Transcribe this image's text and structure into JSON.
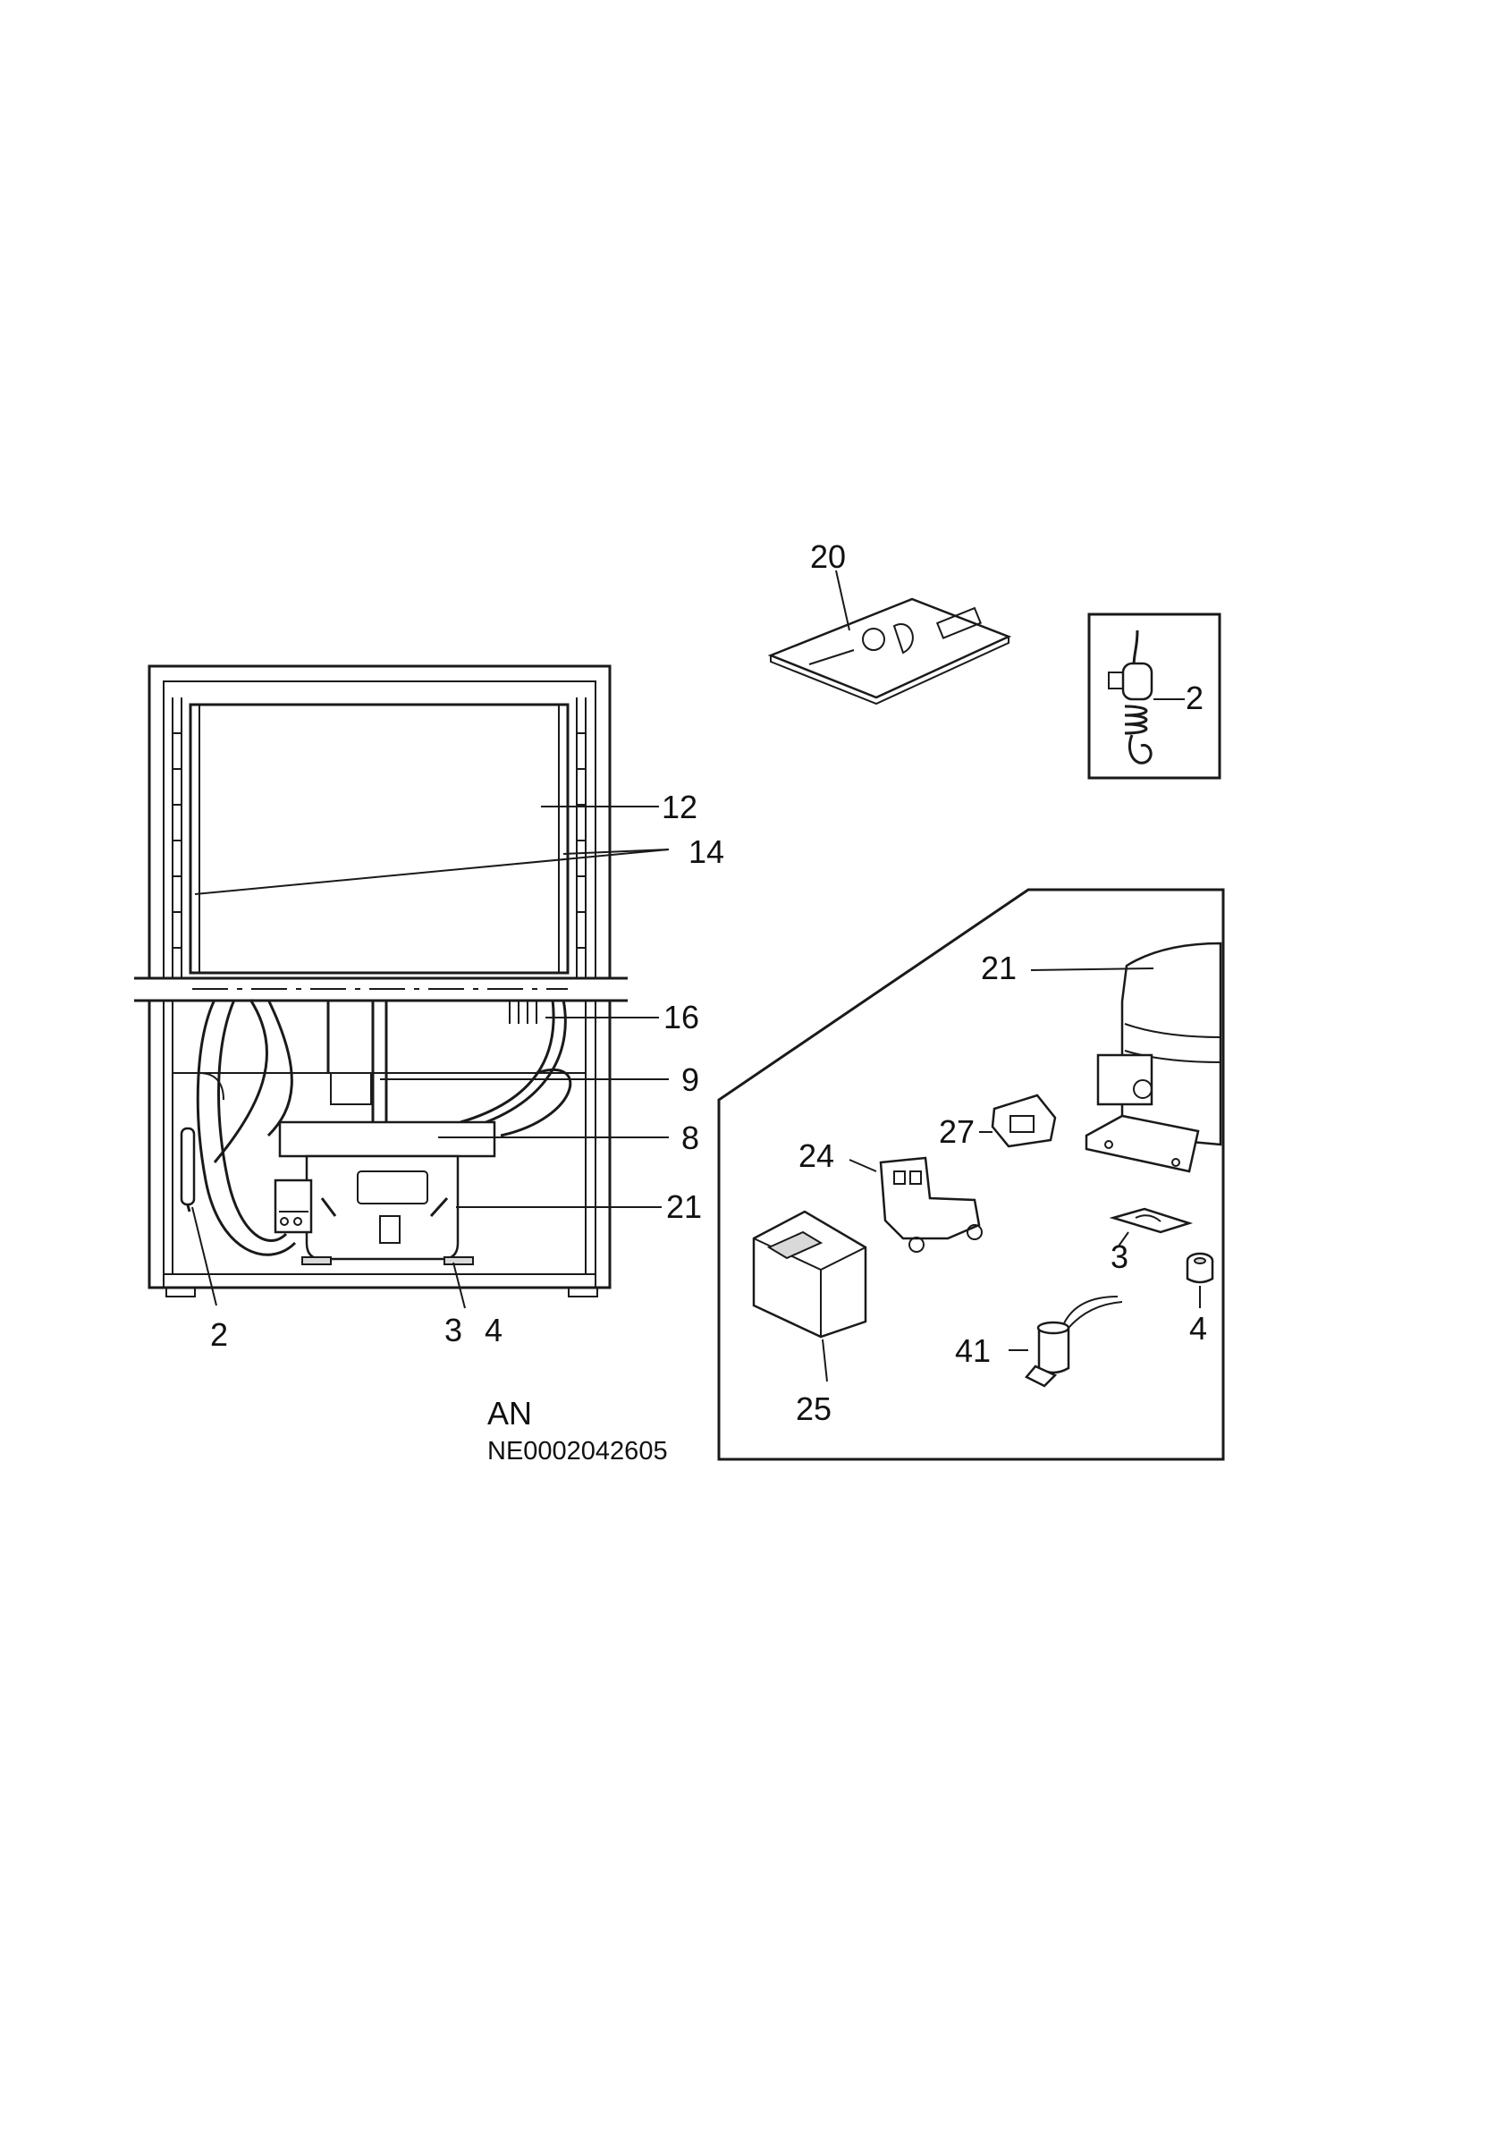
{
  "document": {
    "variant": "AN",
    "drawing_code": "NE0002042605"
  },
  "callouts": {
    "c2_left": "2",
    "c3_left": "3",
    "c4_left": "4",
    "c8": "8",
    "c9": "9",
    "c12": "12",
    "c14": "14",
    "c16": "16",
    "c21_left": "21",
    "c20": "20",
    "c2_inset": "2",
    "c21_right": "21",
    "c24": "24",
    "c25": "25",
    "c27": "27",
    "c3_right": "3",
    "c4_right": "4",
    "c41": "41"
  },
  "colors": {
    "line": "#1a1a1a",
    "background": "#ffffff",
    "shade": "#d9d9d9"
  }
}
